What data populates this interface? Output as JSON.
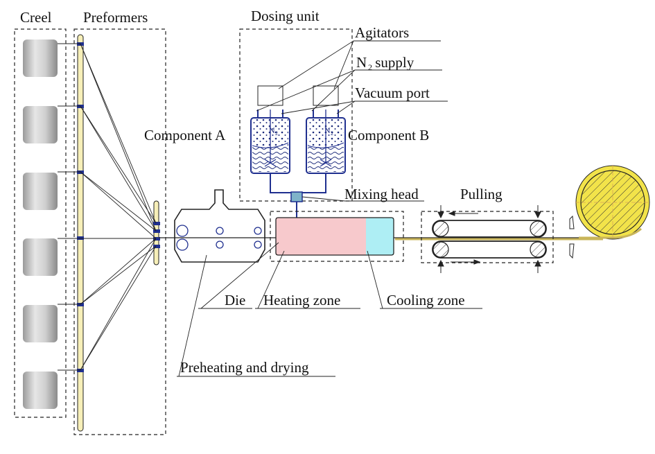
{
  "labels": {
    "creel": "Creel",
    "preformers": "Preformers",
    "dosing_unit": "Dosing unit",
    "agitators": "Agitators",
    "n2_supply_n": "N",
    "n2_supply_sub": "2",
    "n2_supply_rest": " supply",
    "vacuum_port": "Vacuum port",
    "component_a": "Component A",
    "component_b": "Component B",
    "n2_tank_a": "N",
    "n2_tank_a_sub": "2",
    "n2_tank_b": "N",
    "n2_tank_b_sub": "2",
    "mixing_head": "Mixing head",
    "pulling": "Pulling",
    "die": "Die",
    "heating_zone": "Heating zone",
    "cooling_zone": "Cooling zone",
    "preheating_drying": "Preheating and drying"
  },
  "colors": {
    "heating_zone_fill": "#f7c9cc",
    "cooling_zone_fill": "#aeeef4",
    "preformer_bar": "#f7efb8",
    "reel_ring": "#f2e34a",
    "pipe_blue": "#1f2f8f",
    "fiber_line": "#c9b55a"
  }
}
